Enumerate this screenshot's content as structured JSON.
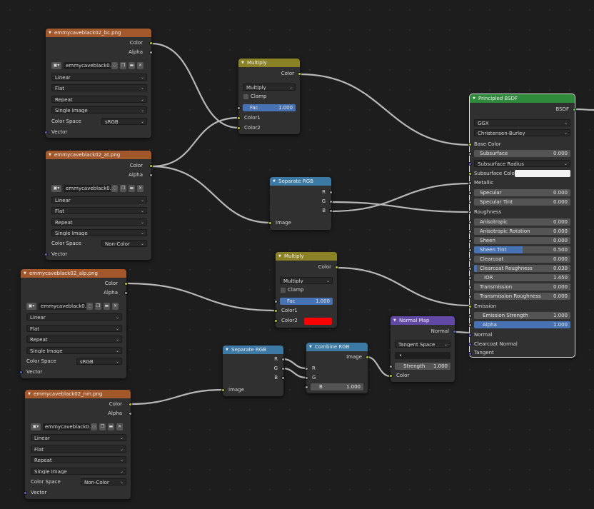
{
  "colors": {
    "texture_header": "#a2582b",
    "converter_header": "#3c79a4",
    "color_header": "#8b8225",
    "vector_header": "#6249a6",
    "shader_header": "#2f8a3c",
    "accent_field": "#4772b3",
    "wire": "#b8b8b8"
  },
  "tex_bc": {
    "title": "emmycaveblack02_bc.png",
    "out_color": "Color",
    "out_alpha": "Alpha",
    "image_name": "emmycaveblack0...",
    "interpolation": "Linear",
    "projection": "Flat",
    "extension": "Repeat",
    "source": "Single Image",
    "color_space_label": "Color Space",
    "color_space": "sRGB",
    "in_vector": "Vector"
  },
  "tex_at": {
    "title": "emmycaveblack02_at.png",
    "out_color": "Color",
    "out_alpha": "Alpha",
    "image_name": "emmycaveblack0...",
    "interpolation": "Linear",
    "projection": "Flat",
    "extension": "Repeat",
    "source": "Single Image",
    "color_space_label": "Color Space",
    "color_space": "Non-Color",
    "in_vector": "Vector"
  },
  "tex_alp": {
    "title": "emmycaveblack02_alp.png",
    "out_color": "Color",
    "out_alpha": "Alpha",
    "image_name": "emmycaveblack0...",
    "interpolation": "Linear",
    "projection": "Flat",
    "extension": "Repeat",
    "source": "Single Image",
    "color_space_label": "Color Space",
    "color_space": "sRGB",
    "in_vector": "Vector"
  },
  "tex_nm": {
    "title": "emmycaveblack02_nm.png",
    "out_color": "Color",
    "out_alpha": "Alpha",
    "image_name": "emmycaveblack0...",
    "interpolation": "Linear",
    "projection": "Flat",
    "extension": "Repeat",
    "source": "Single Image",
    "color_space_label": "Color Space",
    "color_space": "Non-Color",
    "in_vector": "Vector"
  },
  "multiply1": {
    "title": "Multiply",
    "out_color": "Color",
    "blend": "Multiply",
    "clamp": "Clamp",
    "fac_label": "Fac",
    "fac": "1.000",
    "in_color1": "Color1",
    "in_color2": "Color2"
  },
  "multiply2": {
    "title": "Multiply",
    "out_color": "Color",
    "blend": "Multiply",
    "clamp": "Clamp",
    "fac_label": "Fac",
    "fac": "1.000",
    "in_color1": "Color1",
    "in_color2": "Color2",
    "color2_swatch": "#ff0000"
  },
  "sep1": {
    "title": "Separate RGB",
    "r": "R",
    "g": "G",
    "b": "B",
    "in_image": "Image"
  },
  "sep2": {
    "title": "Separate RGB",
    "r": "R",
    "g": "G",
    "b": "B",
    "in_image": "Image"
  },
  "combine": {
    "title": "Combine RGB",
    "out_image": "Image",
    "r": "R",
    "g": "G",
    "b_label": "B",
    "b": "1.000"
  },
  "normalmap": {
    "title": "Normal Map",
    "out_normal": "Normal",
    "space": "Tangent Space",
    "uv": "•",
    "strength_label": "Strength",
    "strength": "1.000",
    "in_color": "Color"
  },
  "bsdf": {
    "title": "Principled BSDF",
    "out_bsdf": "BSDF",
    "distribution": "GGX",
    "subsurface_method": "Christensen-Burley",
    "base_color": "Base Color",
    "subsurface_label": "Subsurface",
    "subsurface": "0.000",
    "subsurface_radius": "Subsurface Radius",
    "subsurface_color": "Subsurface Colo",
    "metallic": "Metallic",
    "specular_label": "Specular",
    "specular": "0.000",
    "specular_tint_label": "Specular Tint",
    "specular_tint": "0.000",
    "roughness": "Roughness",
    "anisotropic_label": "Anisotropic",
    "anisotropic": "0.000",
    "aniso_rot_label": "Anisotropic Rotation",
    "aniso_rot": "0.000",
    "sheen_label": "Sheen",
    "sheen": "0.000",
    "sheen_tint_label": "Sheen Tint",
    "sheen_tint": "0.500",
    "clearcoat_label": "Clearcoat",
    "clearcoat": "0.000",
    "cc_rough_label": "Clearcoat Roughness",
    "cc_rough": "0.030",
    "ior_label": "IOR",
    "ior": "1.450",
    "transmission_label": "Transmission",
    "transmission": "0.000",
    "trans_rough_label": "Transmission Roughness",
    "trans_rough": "0.000",
    "emission": "Emission",
    "emission_strength_label": "Emission Strength",
    "emission_strength": "1.000",
    "alpha_label": "Alpha",
    "alpha": "1.000",
    "normal": "Normal",
    "clearcoat_normal": "Clearcoat Normal",
    "tangent": "Tangent"
  }
}
